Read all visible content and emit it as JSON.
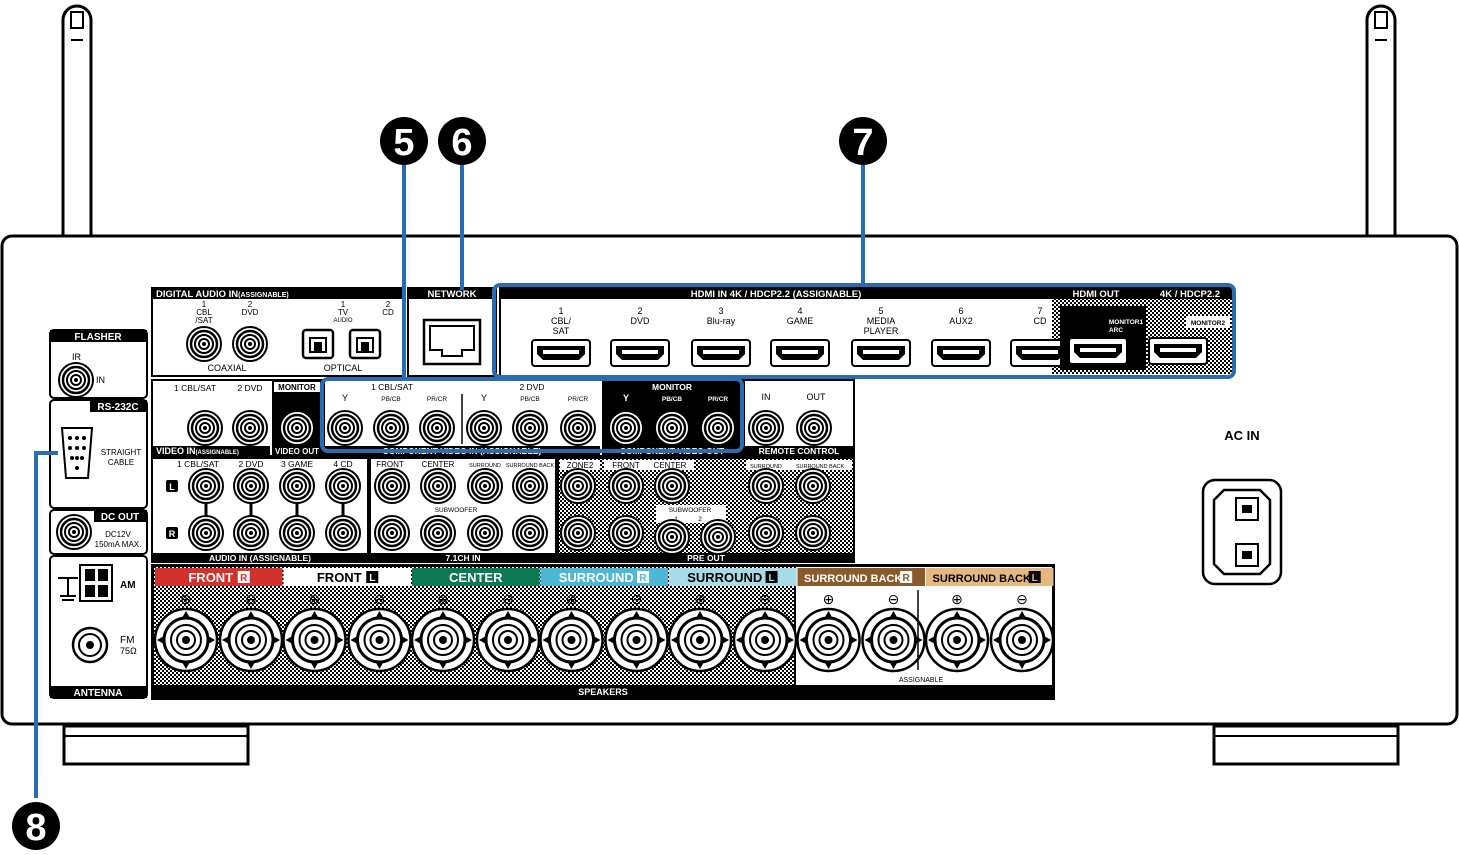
{
  "callouts": [
    "5",
    "6",
    "7",
    "8"
  ],
  "ac_in": "AC IN",
  "digital_audio": {
    "title": "DIGITAL AUDIO IN",
    "title_suffix": "(ASSIGNABLE)",
    "coaxial_label": "COAXIAL",
    "optical_label": "OPTICAL",
    "ch1_num": "1",
    "ch1_line1": "CBL",
    "ch1_line2": "/SAT",
    "ch2_num": "2",
    "ch2_name": "DVD",
    "ch3_num": "1",
    "ch3_line1": "TV",
    "ch3_line2": "AUDIO",
    "ch4_num": "2",
    "ch4_name": "CD"
  },
  "network": {
    "title": "NETWORK"
  },
  "hdmi_in": {
    "title": "HDMI IN 4K / HDCP2.2 (ASSIGNABLE)",
    "ports": [
      {
        "num": "1",
        "line1": "CBL/",
        "line2": "SAT"
      },
      {
        "num": "2",
        "line1": "DVD",
        "line2": ""
      },
      {
        "num": "3",
        "line1": "Blu-ray",
        "line2": ""
      },
      {
        "num": "4",
        "line1": "GAME",
        "line2": ""
      },
      {
        "num": "5",
        "line1": "MEDIA",
        "line2": "PLAYER"
      },
      {
        "num": "6",
        "line1": "AUX2",
        "line2": ""
      },
      {
        "num": "7",
        "line1": "CD",
        "line2": ""
      }
    ]
  },
  "hdmi_out": {
    "title": "HDMI OUT",
    "spec": "4K / HDCP2.2",
    "monitor1": "MONITOR1",
    "arc": "ARC",
    "monitor2": "MONITOR2"
  },
  "flasher": {
    "title": "FLASHER",
    "ir": "IR",
    "in": "IN"
  },
  "rs232c": {
    "title": "RS-232C",
    "line1": "STRAIGHT",
    "line2": "CABLE"
  },
  "dc_out": {
    "title": "DC OUT",
    "line1": "DC12V",
    "line2": "150mA MAX."
  },
  "antenna": {
    "title": "ANTENNA",
    "am": "AM",
    "fm": "FM",
    "ohm": "75Ω"
  },
  "video_in": {
    "title": "VIDEO IN",
    "title_suffix": "(ASSIGNABLE)",
    "ch1": "1 CBL/SAT",
    "ch2": "2 DVD",
    "monitor": "MONITOR",
    "video_out": "VIDEO OUT"
  },
  "component_in": {
    "title": "COMPONENT VIDEO IN (ASSIGNABLE)",
    "group1": "1 CBL/SAT",
    "group2": "2 DVD",
    "y": "Y",
    "pb": "PB/CB",
    "pr": "PR/CR"
  },
  "component_out": {
    "title": "COMPONENT VIDEO OUT",
    "monitor": "MONITOR"
  },
  "remote": {
    "title": "REMOTE CONTROL",
    "in": "IN",
    "out": "OUT"
  },
  "audio_in": {
    "title": "AUDIO IN (ASSIGNABLE)",
    "ch1": "1 CBL/SAT",
    "ch2": "2 DVD",
    "ch3": "3 GAME",
    "ch4": "4 CD",
    "left": "L",
    "right": "R"
  },
  "ch71_in": {
    "title": "7.1CH IN",
    "front": "FRONT",
    "center": "CENTER",
    "surround": "SURROUND",
    "surround_back": "SURROUND BACK",
    "subwoofer": "SUBWOOFER"
  },
  "pre_out": {
    "title": "PRE OUT",
    "zone2": "ZONE2",
    "front": "FRONT",
    "center": "CENTER",
    "surround": "SURROUND",
    "surround_back": "SURROUND BACK",
    "subwoofer": "SUBWOOFER",
    "sub1": "1",
    "sub2": "2"
  },
  "speakers": {
    "title": "SPEAKERS",
    "assignable": "ASSIGNABLE",
    "plus": "⊕",
    "minus": "⊖",
    "channels": [
      {
        "name": "FRONT",
        "side": "R",
        "bg": "#d3312b",
        "fg": "#ffffff"
      },
      {
        "name": "FRONT",
        "side": "L",
        "bg": "#ffffff",
        "fg": "#000000"
      },
      {
        "name": "CENTER",
        "side": "",
        "bg": "#0b7a52",
        "fg": "#ffffff"
      },
      {
        "name": "SURROUND",
        "side": "R",
        "bg": "#4fb7d6",
        "fg": "#ffffff"
      },
      {
        "name": "SURROUND",
        "side": "L",
        "bg": "#a8dbe8",
        "fg": "#000000"
      },
      {
        "name": "SURROUND BACK",
        "side": "R",
        "bg": "#8b5a2b",
        "fg": "#ffffff"
      },
      {
        "name": "SURROUND BACK",
        "side": "L",
        "bg": "#e6b77f",
        "fg": "#000000"
      }
    ]
  },
  "colors": {
    "highlight": "#2a6cb0",
    "panel": "#1e1e1e"
  }
}
